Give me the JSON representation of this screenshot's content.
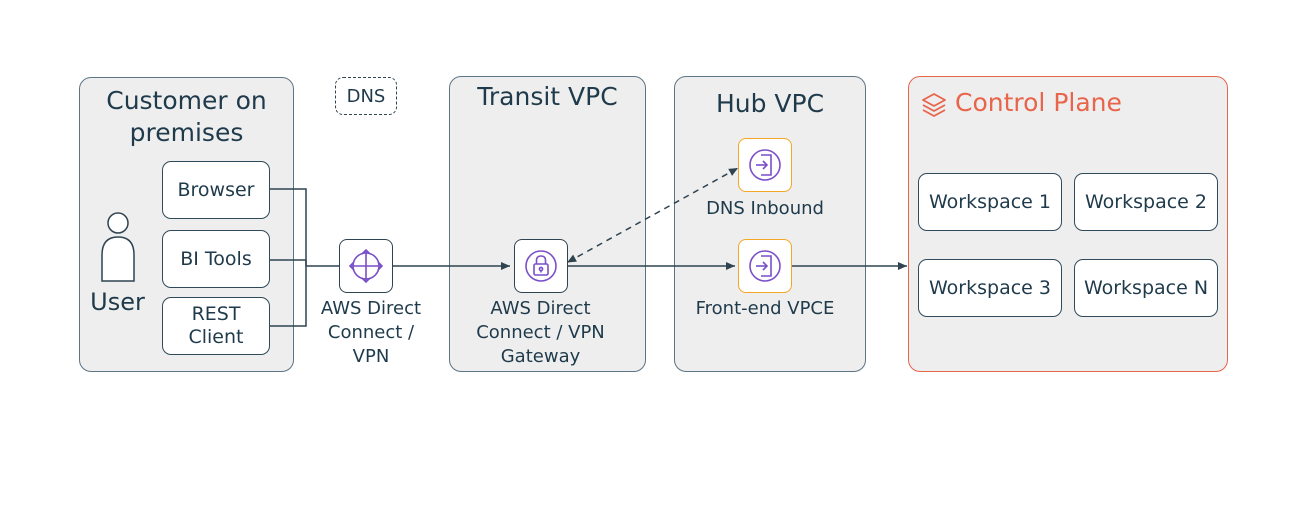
{
  "customer": {
    "title": "Customer on premises",
    "user_label": "User"
  },
  "clients": [
    "Browser",
    "BI Tools",
    "REST Client"
  ],
  "dns_label": "DNS",
  "aws_direct_connect": {
    "label": "AWS Direct Connect / VPN"
  },
  "transit_vpc": {
    "title": "Transit VPC",
    "gateway_label": "AWS Direct Connect / VPN Gateway"
  },
  "hub_vpc": {
    "title": "Hub VPC",
    "dns_inbound_label": "DNS Inbound",
    "frontend_label": "Front-end VPCE"
  },
  "control_plane": {
    "title": "Control Plane",
    "workspaces": [
      "Workspace 1",
      "Workspace 2",
      "Workspace 3",
      "Workspace N"
    ]
  },
  "colors": {
    "panel_border": "#5d7485",
    "control_plane_accent": "#e8644a",
    "vpce_border": "#f5a623",
    "icon_purple": "#7a4fc9"
  }
}
